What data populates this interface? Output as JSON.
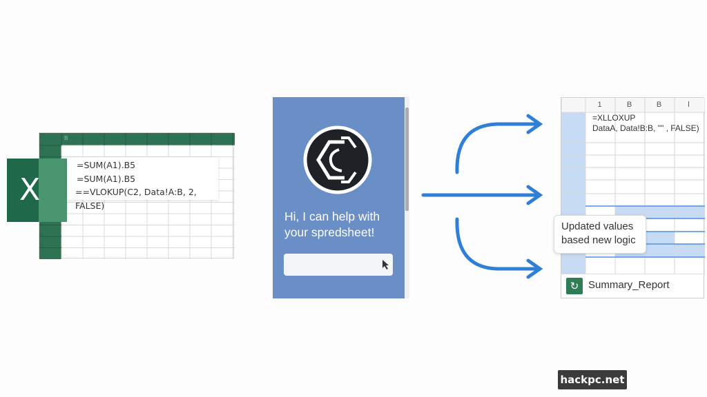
{
  "excel": {
    "logo_letter": "X",
    "column_header": "B",
    "formulas": [
      "=SUM(A1).B5",
      "=SUM(A1).B5",
      "==VLOKUP(C2, Data!A:B, 2, FALSE)"
    ],
    "brand_color": "#20684a"
  },
  "assistant": {
    "greeting_line1": "Hi, I can help with",
    "greeting_line2": "your spredsheet!",
    "input_placeholder": "",
    "panel_color": "#6a8fc6",
    "logo_icon": "hexagon-c-logo-icon"
  },
  "arrows": {
    "color": "#2f7fd6"
  },
  "result_sheet": {
    "column_headers": [
      "1",
      "B",
      "B",
      "l"
    ],
    "formula_line1": "=XLLOXUP",
    "formula_line2": "DataA, Data!B:B, \"\" , FALSE)",
    "callout_line1": "Updated values",
    "callout_line2": "based new logic",
    "file_name": "Summary_Report",
    "highlight_color": "#c7dbf5"
  },
  "watermark": "hackpc.net"
}
